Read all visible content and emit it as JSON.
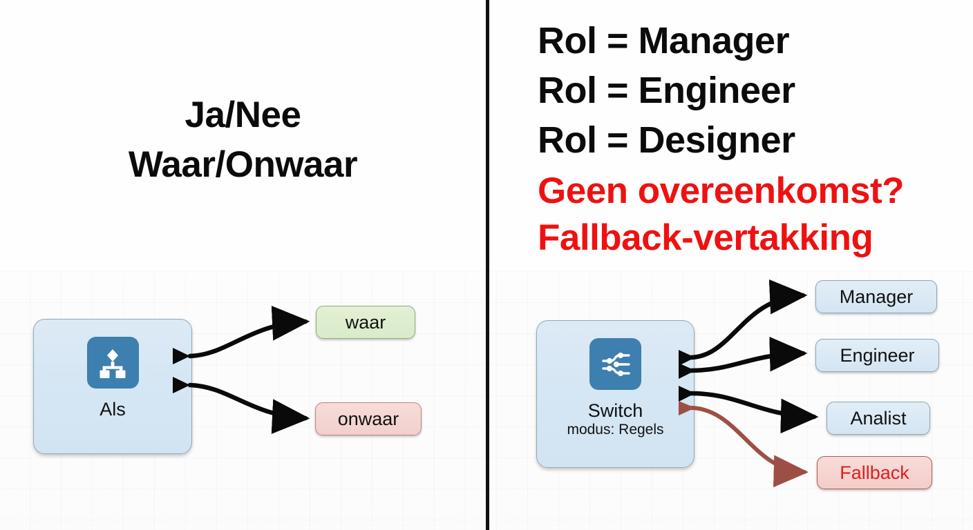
{
  "panels": {
    "left": {
      "headings": [
        "Ja/Nee",
        "Waar/Onwaar"
      ],
      "node": {
        "label": "Als",
        "sublabel": "",
        "icon": "decision-branch-icon"
      },
      "outputs": [
        {
          "label": "waar",
          "style": "green"
        },
        {
          "label": "onwaar",
          "style": "red"
        }
      ]
    },
    "right": {
      "headings": [
        "Rol = Manager",
        "Rol = Engineer",
        "Rol = Designer"
      ],
      "warnings": [
        "Geen overeenkomst?",
        "Fallback-vertakking"
      ],
      "node": {
        "label": "Switch",
        "sublabel": "modus: Regels",
        "icon": "switch-routes-icon"
      },
      "outputs": [
        {
          "label": "Manager",
          "style": "blue"
        },
        {
          "label": "Engineer",
          "style": "blue"
        },
        {
          "label": "Analist",
          "style": "blue"
        },
        {
          "label": "Fallback",
          "style": "fallback"
        }
      ]
    }
  },
  "colors": {
    "heading_black": "#0b0b0b",
    "warning_red": "#ef1111",
    "node_fill": "#d5e6f4",
    "node_border": "#8fa8bb",
    "icon_blue": "#3d7fae",
    "pill_green": "#d9ebc9",
    "pill_red": "#f2d0cc",
    "pill_blue": "#d4e5f2",
    "fallback_text": "#e01d1d",
    "fallback_wire": "#9e4f45",
    "wire_black": "#0a0a0a",
    "divider": "#111111"
  }
}
